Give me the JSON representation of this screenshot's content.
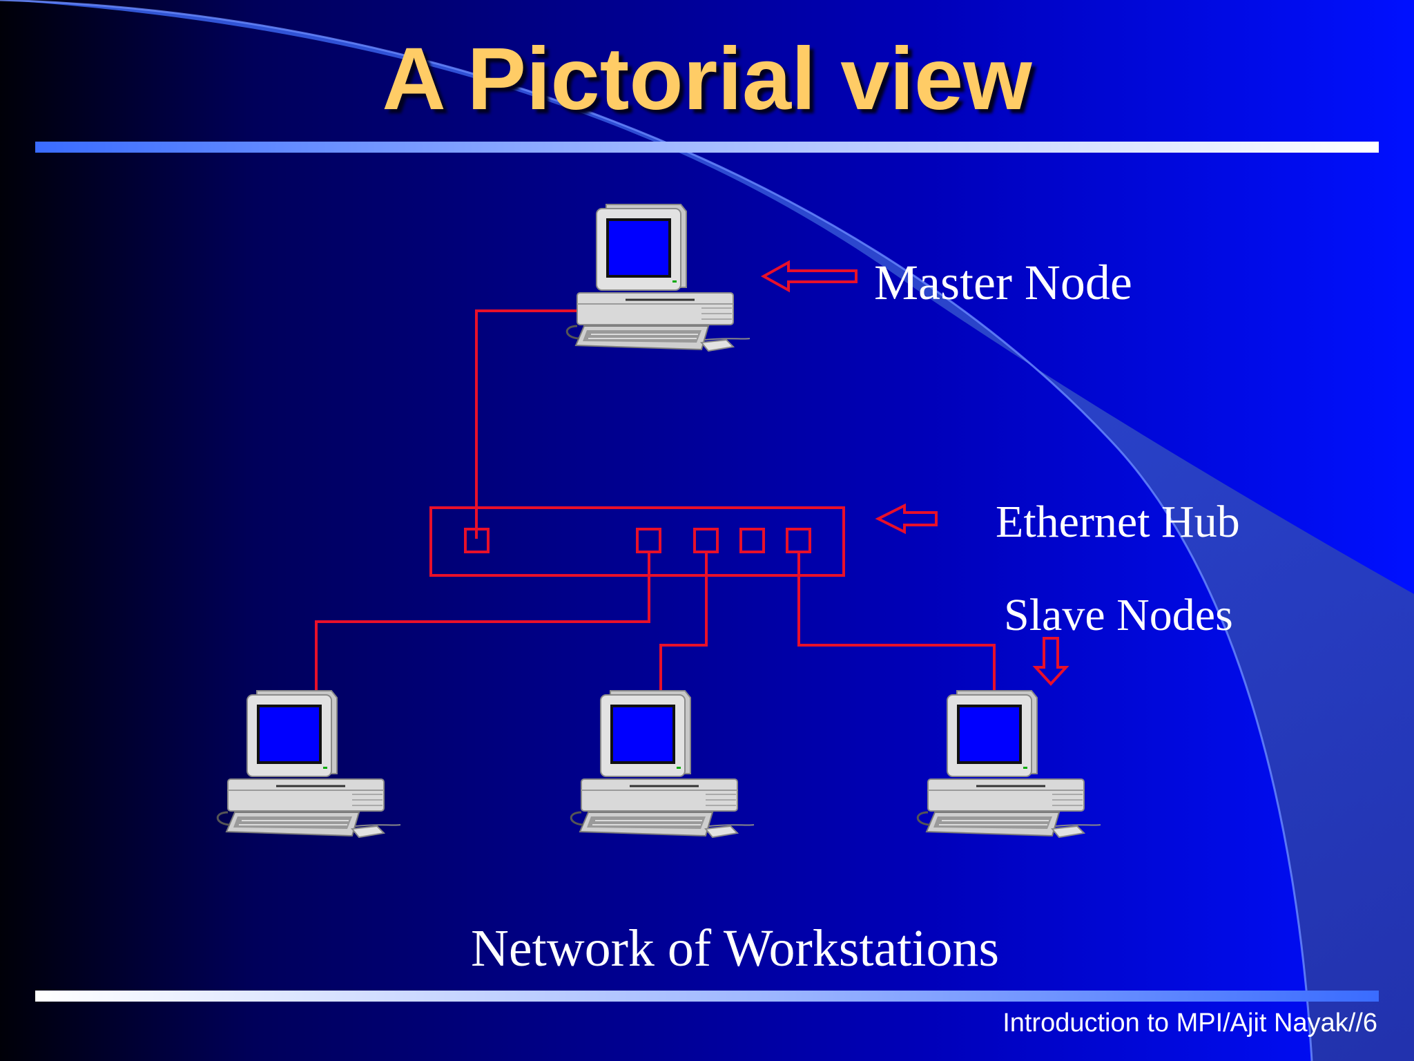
{
  "slide": {
    "title": "A Pictorial view",
    "caption": "Network of Workstations",
    "footer": "Introduction to MPI/Ajit Nayak//6"
  },
  "diagram": {
    "labels": {
      "master": "Master Node",
      "hub": "Ethernet Hub",
      "slaves": "Slave Nodes"
    },
    "colors": {
      "wire": "#e8102a",
      "title": "#ffcc66",
      "monitor_screen": "#0000ff",
      "case": "#d8d8d8"
    },
    "icons": [
      "computer-icon",
      "hub-icon",
      "arrow-left-icon",
      "arrow-down-icon"
    ]
  }
}
